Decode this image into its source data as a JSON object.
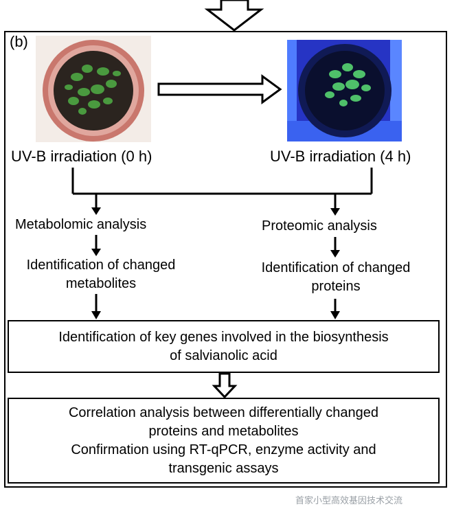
{
  "panel_label": "(b)",
  "photos": {
    "left_caption": "UV-B irradiation (0 h)",
    "right_caption": "UV-B irradiation (4 h)"
  },
  "left_branch": {
    "step1": "Metabolomic analysis",
    "step2_line1": "Identification of changed",
    "step2_line2": "metabolites"
  },
  "right_branch": {
    "step1": "Proteomic analysis",
    "step2_line1": "Identification of changed",
    "step2_line2": "proteins"
  },
  "box1": {
    "line1": "Identification of key genes involved  in the biosynthesis",
    "line2": "of  salvianolic acid"
  },
  "box2": {
    "line1": "Correlation analysis between differentially changed",
    "line2": "proteins and metabolites",
    "line3": "Confirmation using RT-qPCR, enzyme activity and",
    "line4": "transgenic assays"
  },
  "watermark": "首家小型高效基因技术交流",
  "colors": {
    "pot_terracotta": "#d98a80",
    "soil": "#2a241f",
    "leaf_green": "#3f8f3a",
    "uv_blue": "#1f2aa8",
    "uv_glow": "#3b5bff"
  }
}
